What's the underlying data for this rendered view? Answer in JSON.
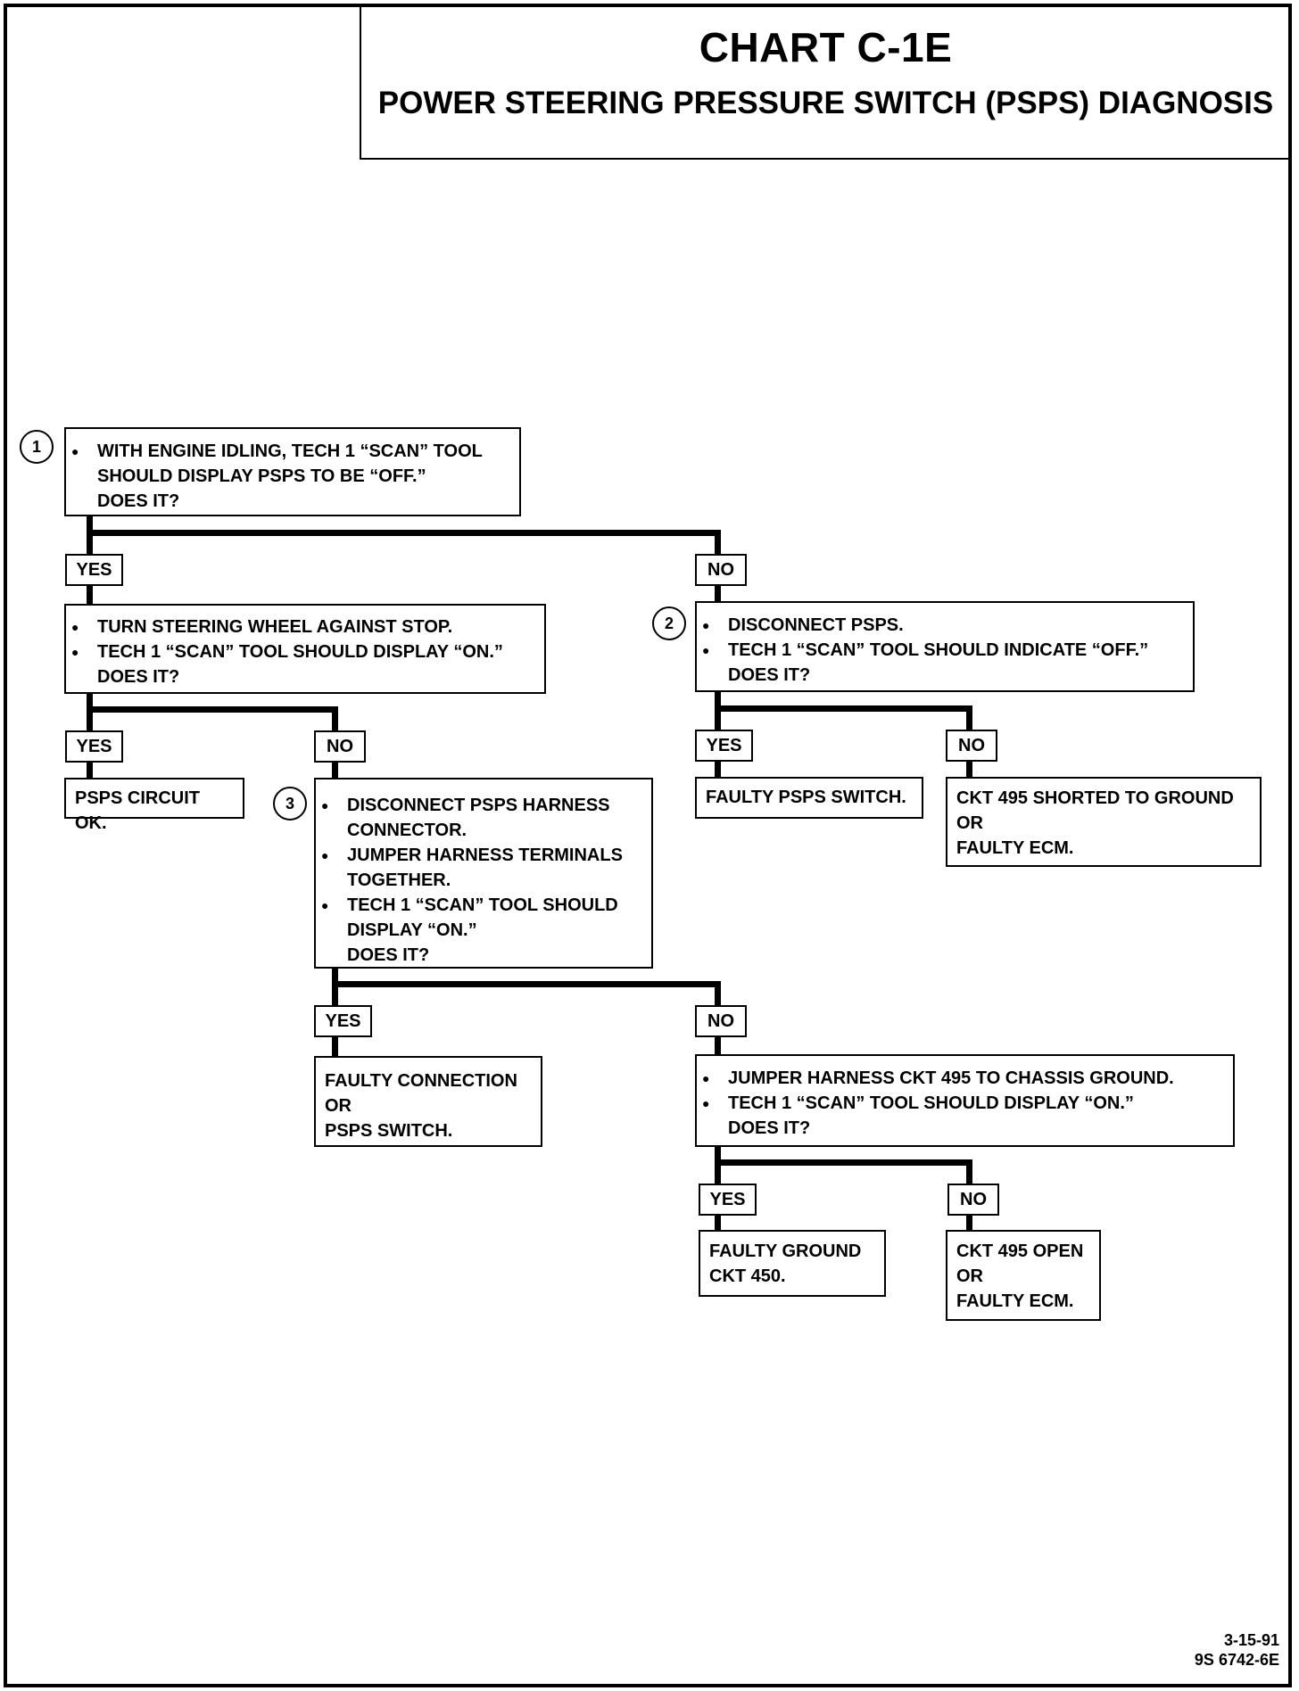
{
  "header": {
    "title": "CHART C-1E",
    "subtitle": "POWER STEERING PRESSURE SWITCH (PSPS) DIAGNOSIS"
  },
  "steps": {
    "s1": "1",
    "s2": "2",
    "s3": "3"
  },
  "nodes": {
    "q1": {
      "bullets": [
        "WITH ENGINE IDLING, TECH 1 “SCAN” TOOL SHOULD DISPLAY PSPS TO BE “OFF.”"
      ],
      "question": "DOES IT?"
    },
    "q2": {
      "bullets": [
        "TURN STEERING WHEEL AGAINST STOP.",
        "TECH 1 “SCAN” TOOL SHOULD DISPLAY “ON.”"
      ],
      "question": "DOES IT?"
    },
    "q3": {
      "bullets": [
        "DISCONNECT PSPS.",
        "TECH 1 “SCAN” TOOL SHOULD INDICATE “OFF.”"
      ],
      "question": "DOES IT?"
    },
    "q4": {
      "bullets": [
        "DISCONNECT PSPS  HARNESS CONNECTOR.",
        "JUMPER HARNESS TERMINALS TOGETHER.",
        "TECH 1 “SCAN” TOOL SHOULD DISPLAY “ON.”"
      ],
      "question": "DOES IT?"
    },
    "q5": {
      "bullets": [
        "JUMPER HARNESS CKT 495 TO CHASSIS GROUND.",
        "TECH 1 “SCAN” TOOL SHOULD DISPLAY “ON.”"
      ],
      "question": "DOES IT?"
    },
    "r1": [
      "PSPS CIRCUIT OK."
    ],
    "r2": [
      "FAULTY PSPS SWITCH."
    ],
    "r3": [
      "CKT 495 SHORTED TO GROUND",
      "OR",
      "FAULTY ECM."
    ],
    "r4": [
      "FAULTY CONNECTION",
      "OR",
      "PSPS SWITCH."
    ],
    "r5": [
      "FAULTY GROUND",
      "CKT 450."
    ],
    "r6": [
      "CKT 495 OPEN",
      "OR",
      "FAULTY ECM."
    ]
  },
  "labels": {
    "yes": "YES",
    "no": "NO"
  },
  "footer": {
    "date": "3-15-91",
    "code": "9S 6742-6E"
  }
}
